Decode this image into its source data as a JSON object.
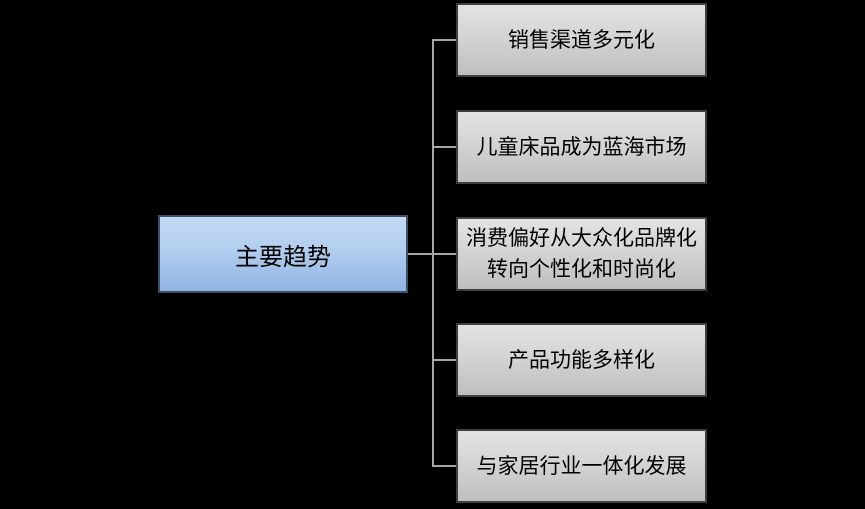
{
  "diagram": {
    "type": "hierarchy-horizontal",
    "background_color": "#000000",
    "connector_color": "#a6a6a6",
    "root_node": {
      "label": "主要趋势",
      "fill_top": "#c3dbf4",
      "fill_bottom": "#90b4e4",
      "border_color": "#3e4f66",
      "text_color": "#000000"
    },
    "branch_style": {
      "fill_top": "#e3e3e3",
      "fill_bottom": "#bfbfbf",
      "border_color": "#3f3f3f",
      "text_color": "#000000"
    },
    "branch_nodes": [
      {
        "label": "销售渠道多元化"
      },
      {
        "label": "儿童床品成为蓝海市场"
      },
      {
        "label": "消费偏好从大众化品牌化\n转向个性化和时尚化"
      },
      {
        "label": "产品功能多样化"
      },
      {
        "label": "与家居行业一体化发展"
      }
    ]
  }
}
